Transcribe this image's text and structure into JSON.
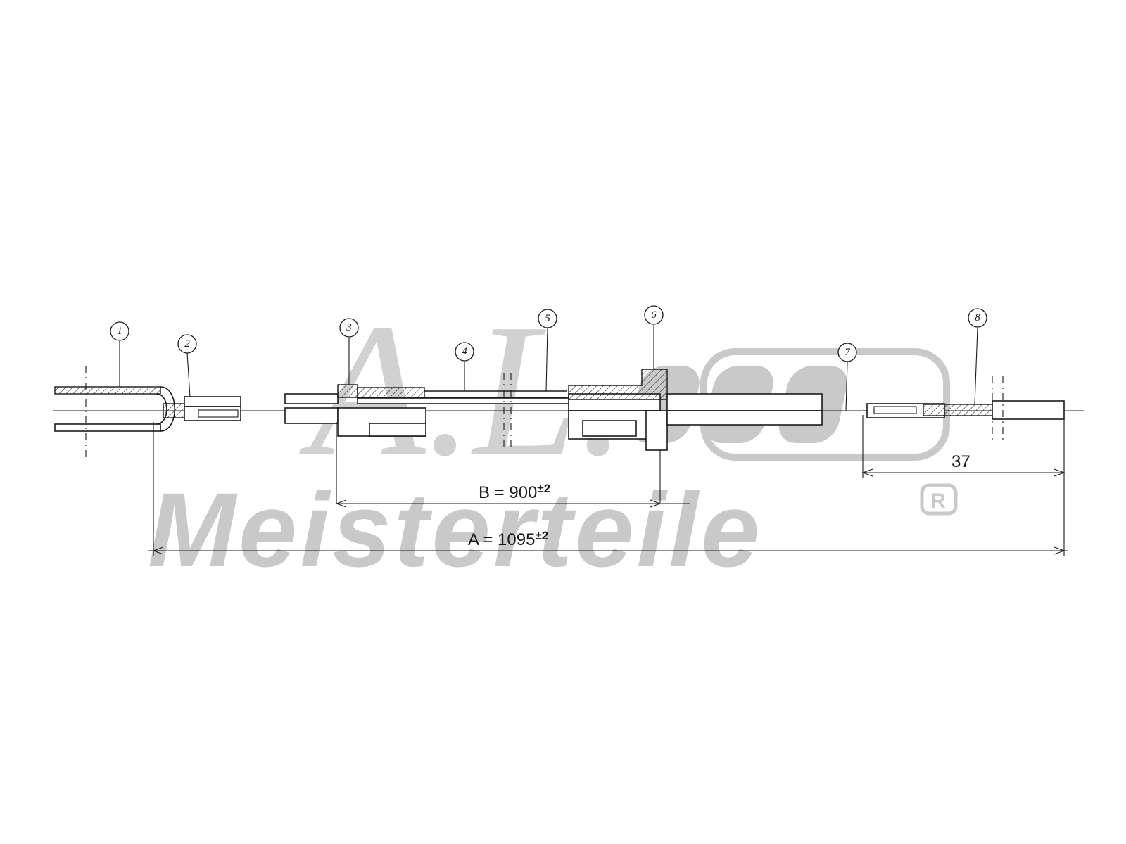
{
  "callouts": [
    "1",
    "2",
    "3",
    "4",
    "5",
    "6",
    "7",
    "8"
  ],
  "dimensions": {
    "a": {
      "prefix": "A = 1095",
      "tolerance": "±2"
    },
    "b": {
      "prefix": "B = 900",
      "tolerance": "±2"
    },
    "c": {
      "value": "37"
    }
  },
  "watermark": {
    "script": "A.L.",
    "brand": "Meisterteile",
    "registered": "R"
  },
  "colors": {
    "ink": "#1a1a1a",
    "watermark": "#c9c9c9"
  }
}
